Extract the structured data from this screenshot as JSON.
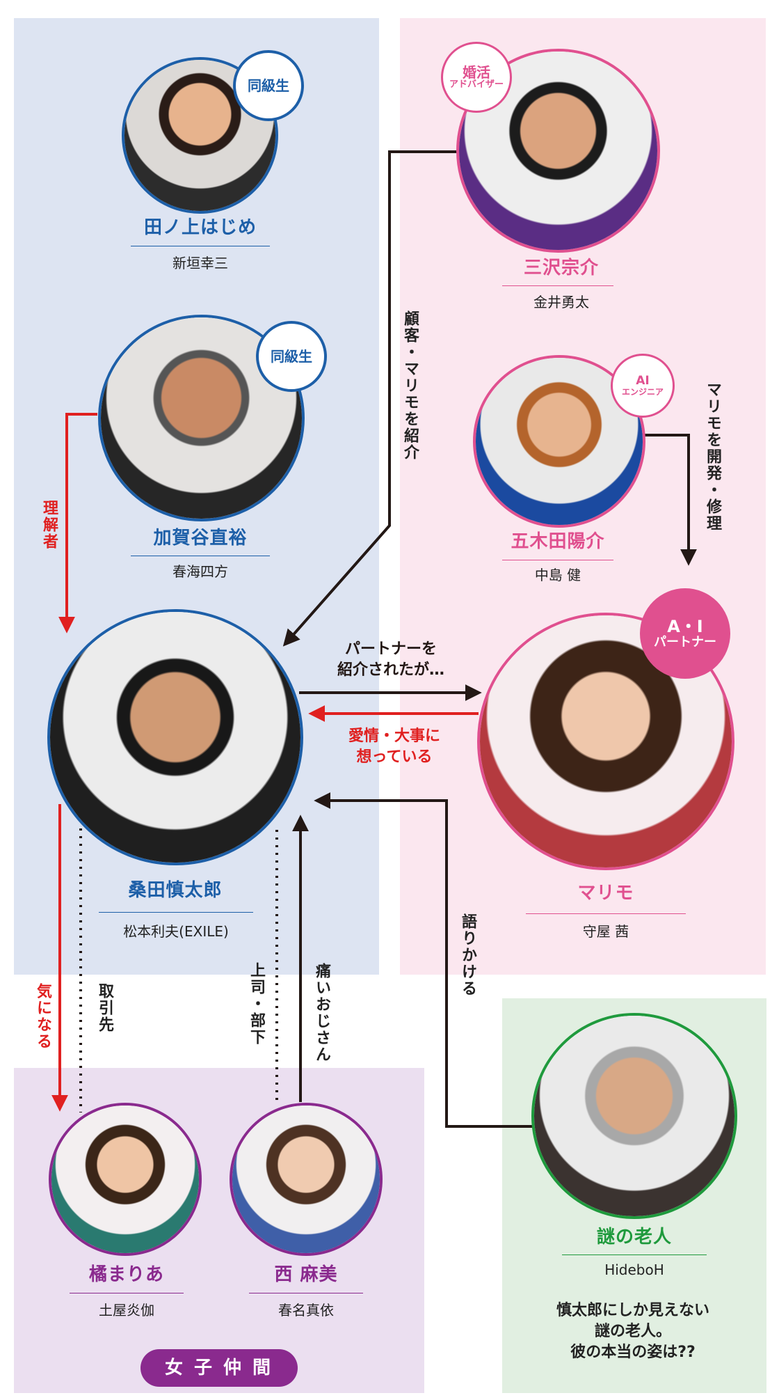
{
  "colors": {
    "blue": "#1d5fa8",
    "pink": "#e0508f",
    "purple": "#8a2a8e",
    "green": "#1f9a3d",
    "red_arrow": "#e02020",
    "black_arrow": "#231815"
  },
  "people": {
    "tanoue": {
      "name": "田ノ上はじめ",
      "actor": "新垣幸三",
      "badge": "同級生"
    },
    "kagaya": {
      "name": "加賀谷直裕",
      "actor": "春海四方",
      "badge": "同級生"
    },
    "misawa": {
      "name": "三沢宗介",
      "actor": "金井勇太",
      "badge_line1": "婚活",
      "badge_line2": "アドバイザー"
    },
    "itsukida": {
      "name": "五木田陽介",
      "actor": "中島 健",
      "badge_line1": "AI",
      "badge_line2": "エンジニア"
    },
    "kuwata": {
      "name": "桑田慎太郎",
      "actor": "松本利夫(EXILE)"
    },
    "marimo": {
      "name": "マリモ",
      "actor": "守屋 茜",
      "badge_line1": "A・I",
      "badge_line2": "パートナー"
    },
    "tachibana": {
      "name": "橘まりあ",
      "actor": "土屋炎伽"
    },
    "nishi": {
      "name": "西 麻美",
      "actor": "春名真依"
    },
    "rojin": {
      "name": "謎の老人",
      "actor": "HideboH"
    }
  },
  "relations": {
    "introduce": "顧客・マリモを紹介",
    "develop": "マリモを開発・修理",
    "understander": "理解者",
    "partner_line1": "パートナーを",
    "partner_line2": "紹介されたが…",
    "love_line1": "愛情・大事に",
    "love_line2": "想っている",
    "talks": "語りかける",
    "interested": "気になる",
    "client": "取引先",
    "boss": "上司・部下",
    "painful": "痛いおじさん"
  },
  "group_label": "女子仲間",
  "caption": {
    "line1": "慎太郎にしか見えない",
    "line2": "謎の老人。",
    "line3": "彼の本当の姿は??"
  },
  "icons": [
    "portrait-photo-icon"
  ]
}
